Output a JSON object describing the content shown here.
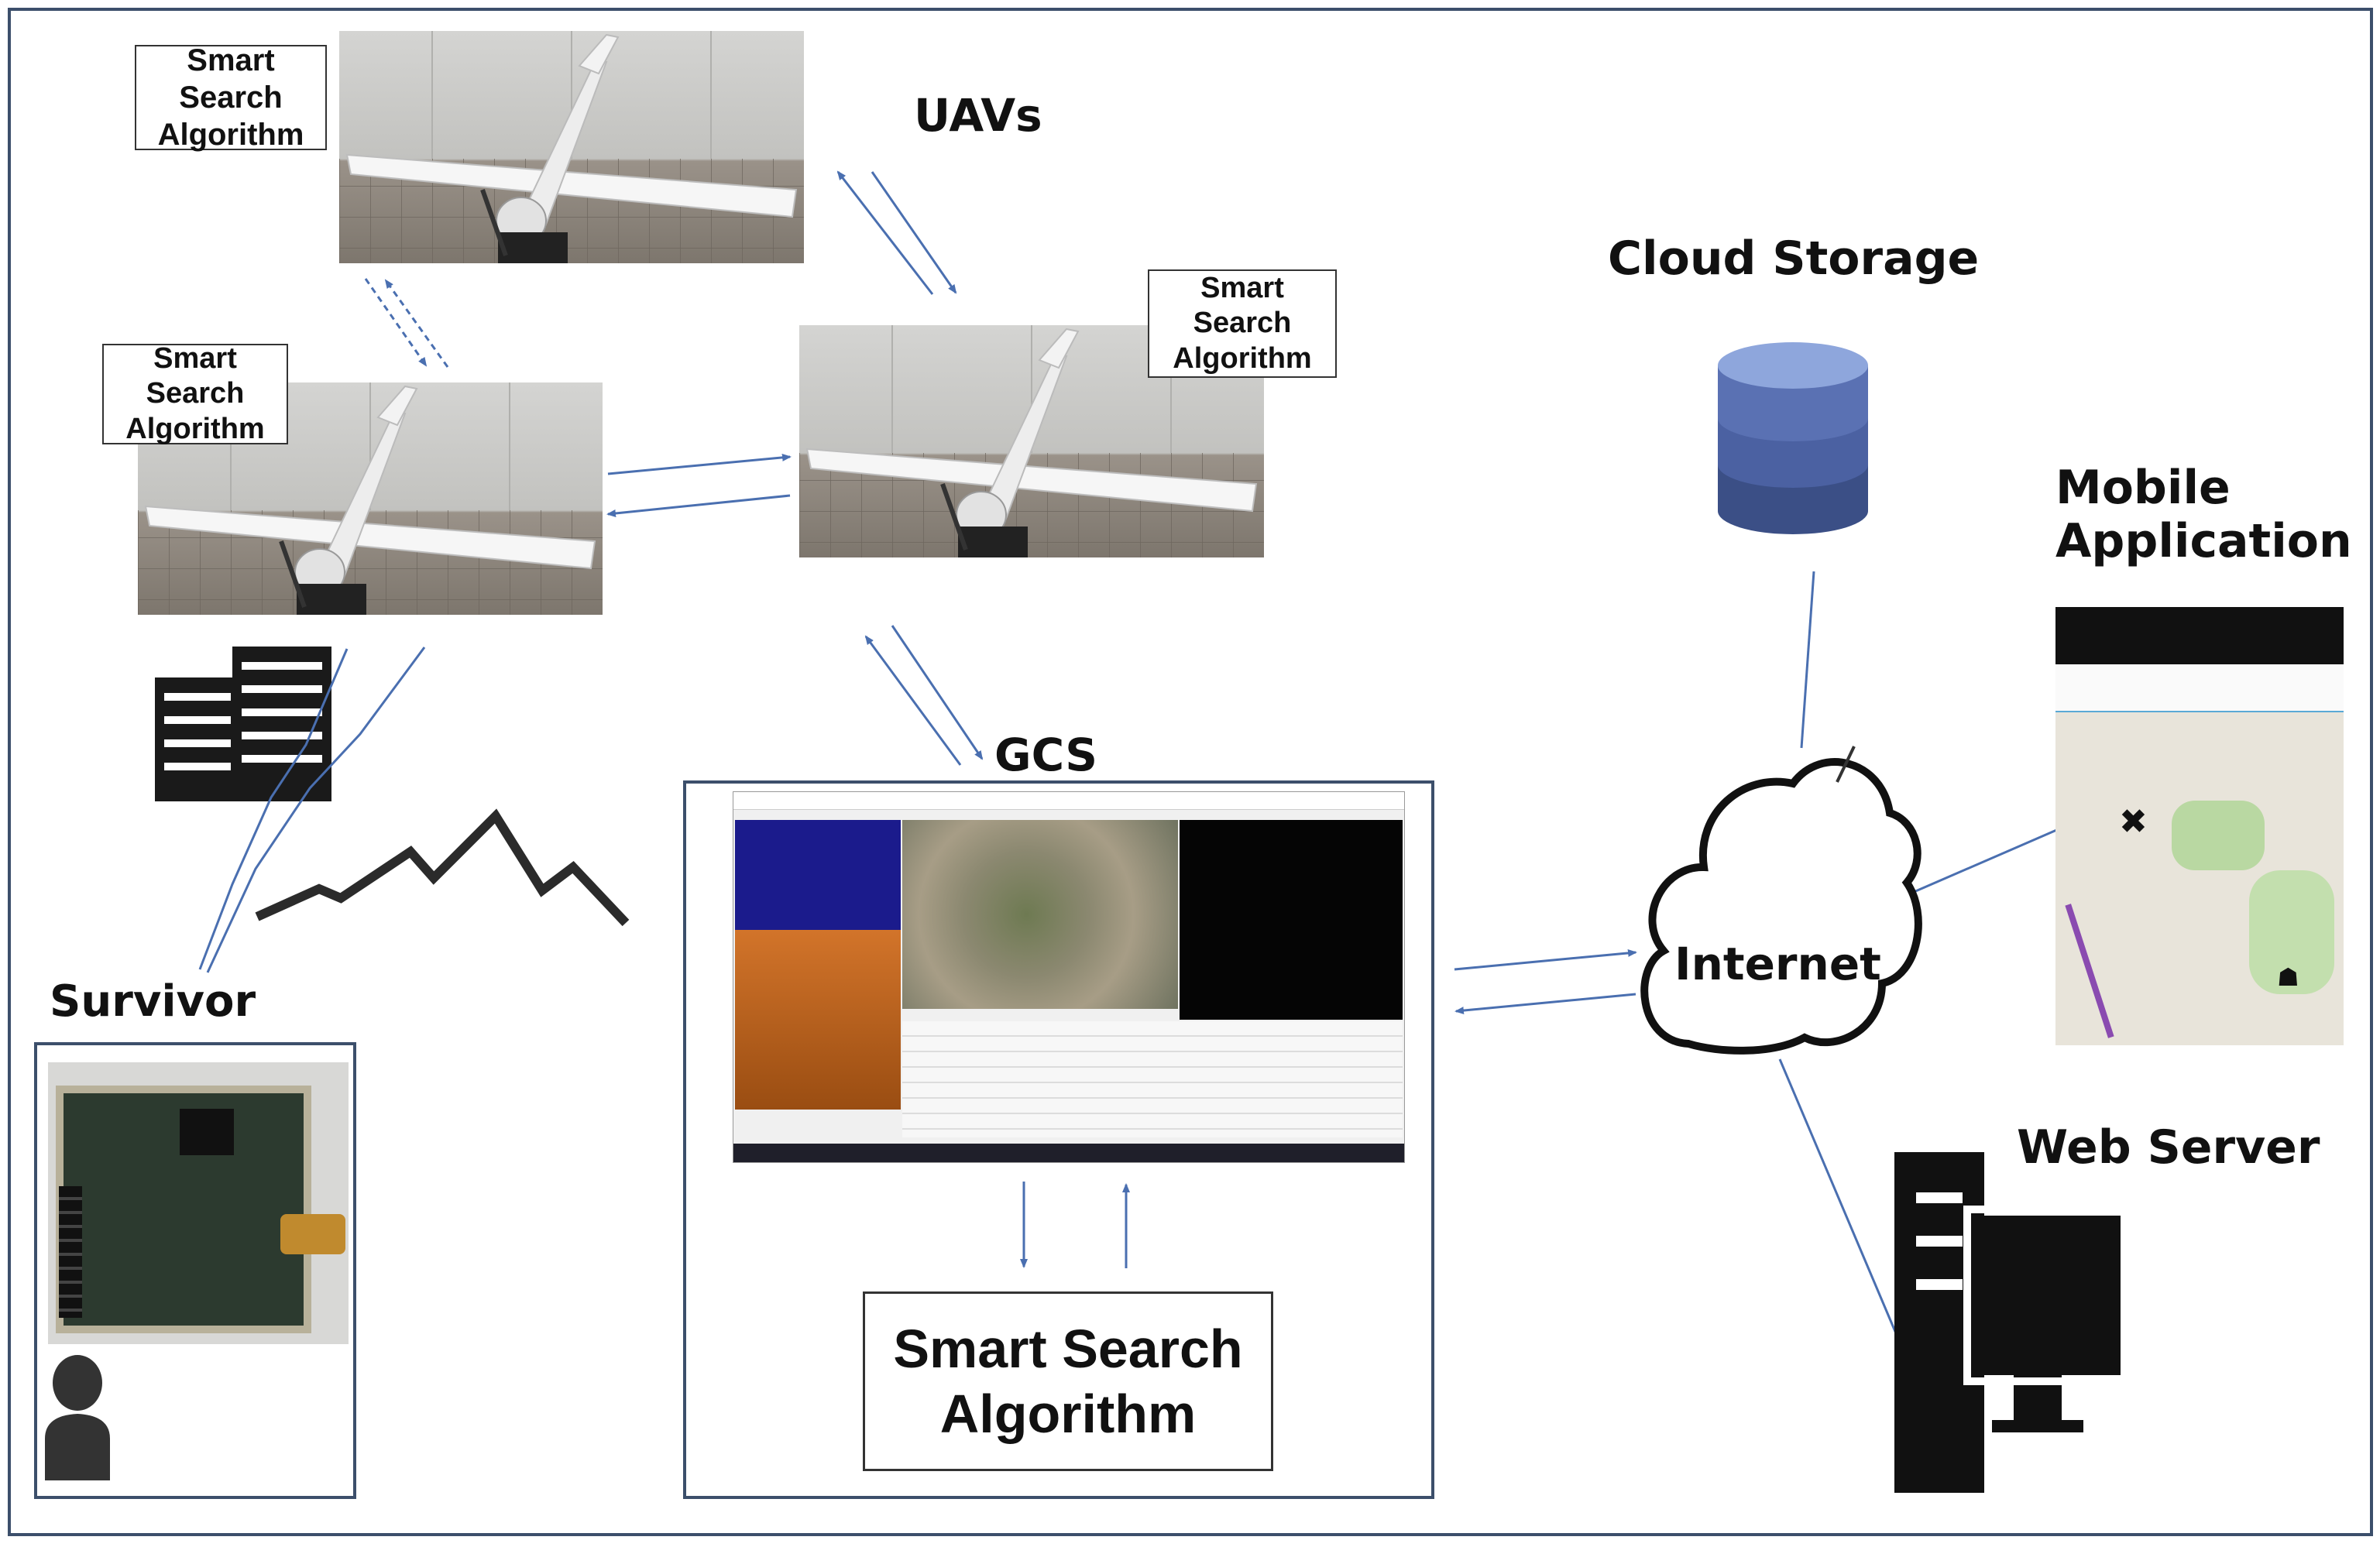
{
  "labels": {
    "uavs": "UAVs",
    "smart_search": "Smart Search Algorithm",
    "smart_search_line1": "Smart Search",
    "smart_search_line2": "Algorithm",
    "gcs": "GCS",
    "cloud_storage": "Cloud Storage",
    "mobile_application_line1": "Mobile",
    "mobile_application_line2": "Application",
    "internet": "Internet",
    "web_server": "Web Server",
    "survivor": "Survivor"
  },
  "colors": {
    "frame": "#3c4f6b",
    "arrow": "#4a6fb0",
    "db_top": "#8ea6dc",
    "db_mid": "#5a71b3",
    "db_bottom": "#3b4f86",
    "icon": "#1a1a1a"
  },
  "icons": {
    "uav": "uav-photo",
    "database": "database-icon",
    "cloud": "cloud-icon",
    "building": "building-icon",
    "mountain": "mountain-icon",
    "person": "person-icon",
    "server": "server-icon",
    "computer": "monitor-icon",
    "device": "circuit-board-photo",
    "phone": "smartphone-map-screenshot",
    "gcs_screen": "gcs-software-screenshot"
  }
}
